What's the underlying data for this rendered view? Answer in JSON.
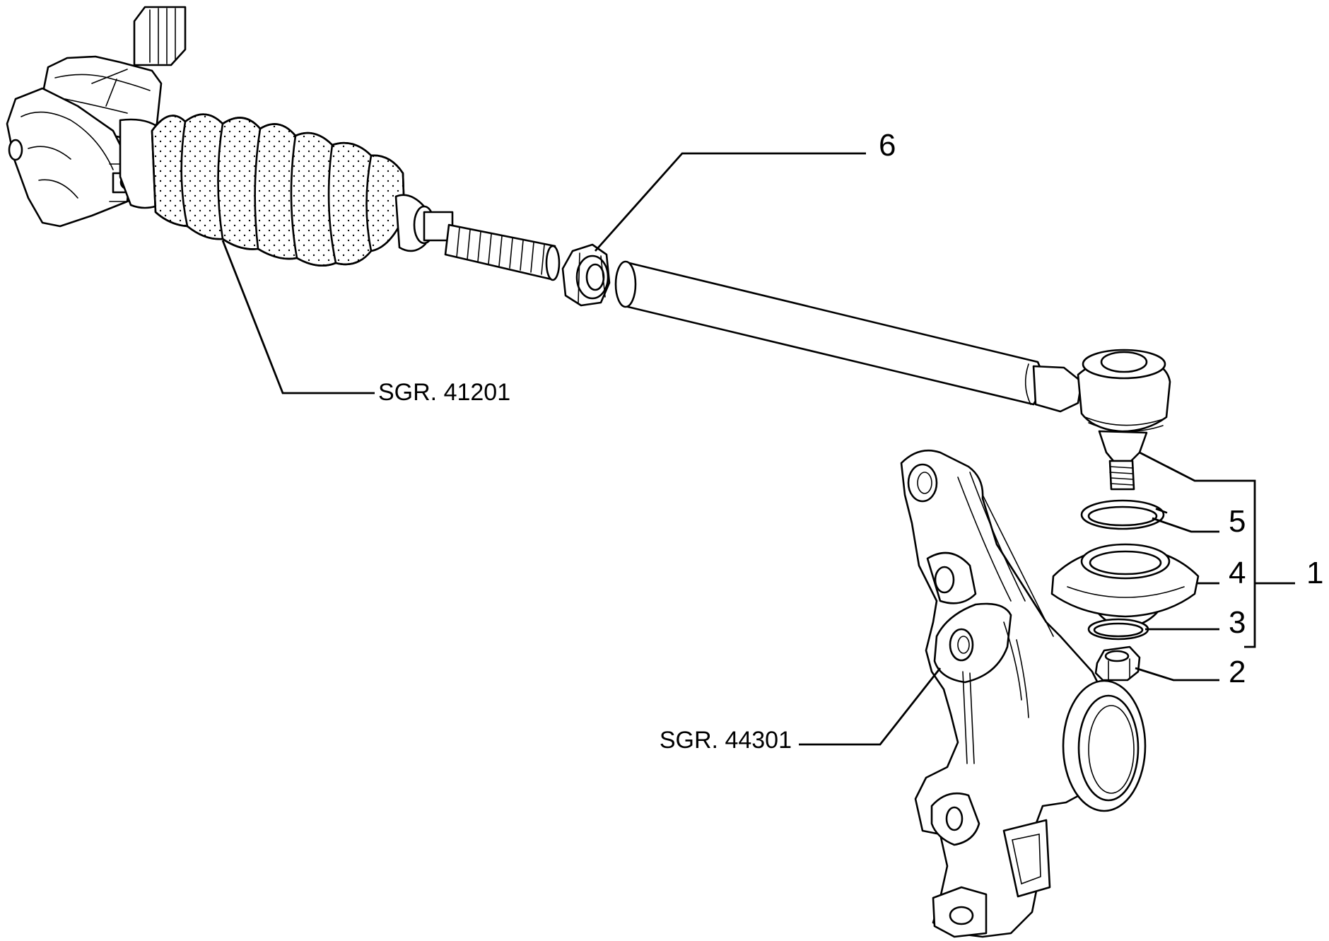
{
  "callouts": [
    {
      "id": "1",
      "label": "1"
    },
    {
      "id": "2",
      "label": "2"
    },
    {
      "id": "3",
      "label": "3"
    },
    {
      "id": "4",
      "label": "4"
    },
    {
      "id": "5",
      "label": "5"
    },
    {
      "id": "6",
      "label": "6"
    }
  ],
  "references": [
    {
      "id": "steering-box",
      "label": "SGR. 41201"
    },
    {
      "id": "steering-knuckle",
      "label": "SGR. 44301"
    }
  ],
  "colors": {
    "line": "#000000",
    "background": "#ffffff"
  }
}
